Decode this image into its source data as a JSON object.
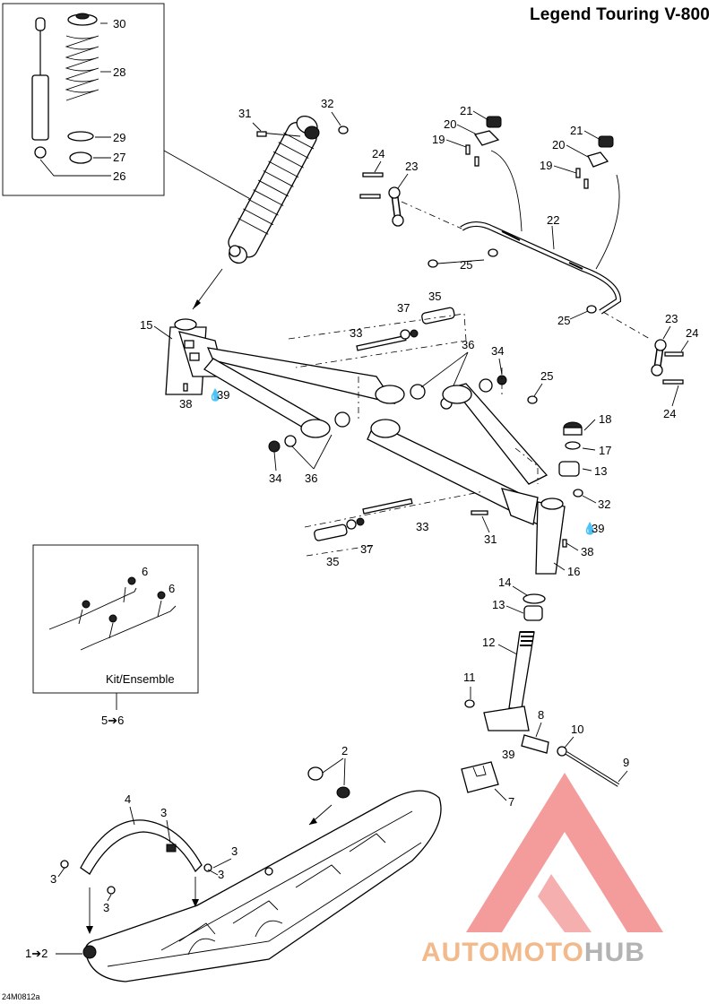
{
  "title": "Legend Touring V-800",
  "drawing_code": "24M0812a",
  "kit_label": "Kit/Ensemble",
  "kit_ref": "5➔6",
  "ski_ref": "1➔2",
  "watermark": {
    "prefix": "AUTOMOTO",
    "suffix": "HUB",
    "color_prefix": "#f2b98a",
    "color_suffix": "#b3b3b3",
    "logo_color": "#f07a7a"
  },
  "callouts": {
    "c30": "30",
    "c28": "28",
    "c29": "29",
    "c27": "27",
    "c26": "26",
    "c31a": "31",
    "c32a": "32",
    "c24a": "24",
    "c23a": "23",
    "c21a": "21",
    "c20a": "20",
    "c19a": "19",
    "c21b": "21",
    "c20b": "20",
    "c19b": "19",
    "c22": "22",
    "c25a": "25",
    "c25b": "25",
    "c25c": "25",
    "c15": "15",
    "c37a": "37",
    "c35a": "35",
    "c33a": "33",
    "c36a": "36",
    "c34a": "34",
    "c23b": "23",
    "c24b": "24",
    "c24c": "24",
    "c38a": "38",
    "c39a": "39",
    "c34b": "34",
    "c36b": "36",
    "c18": "18",
    "c17": "17",
    "c13a": "13",
    "c32b": "32",
    "c31b": "31",
    "c39b": "39",
    "c38b": "38",
    "c33b": "33",
    "c37b": "37",
    "c35b": "35",
    "c16": "16",
    "c6a": "6",
    "c6b": "6",
    "c14": "14",
    "c13b": "13",
    "c12": "12",
    "c11": "11",
    "c8": "8",
    "c10": "10",
    "c39c": "39",
    "c9": "9",
    "c7": "7",
    "c2": "2",
    "c4": "4",
    "c3a": "3",
    "c3b": "3",
    "c3c": "3",
    "c3d": "3",
    "c3e": "3"
  }
}
